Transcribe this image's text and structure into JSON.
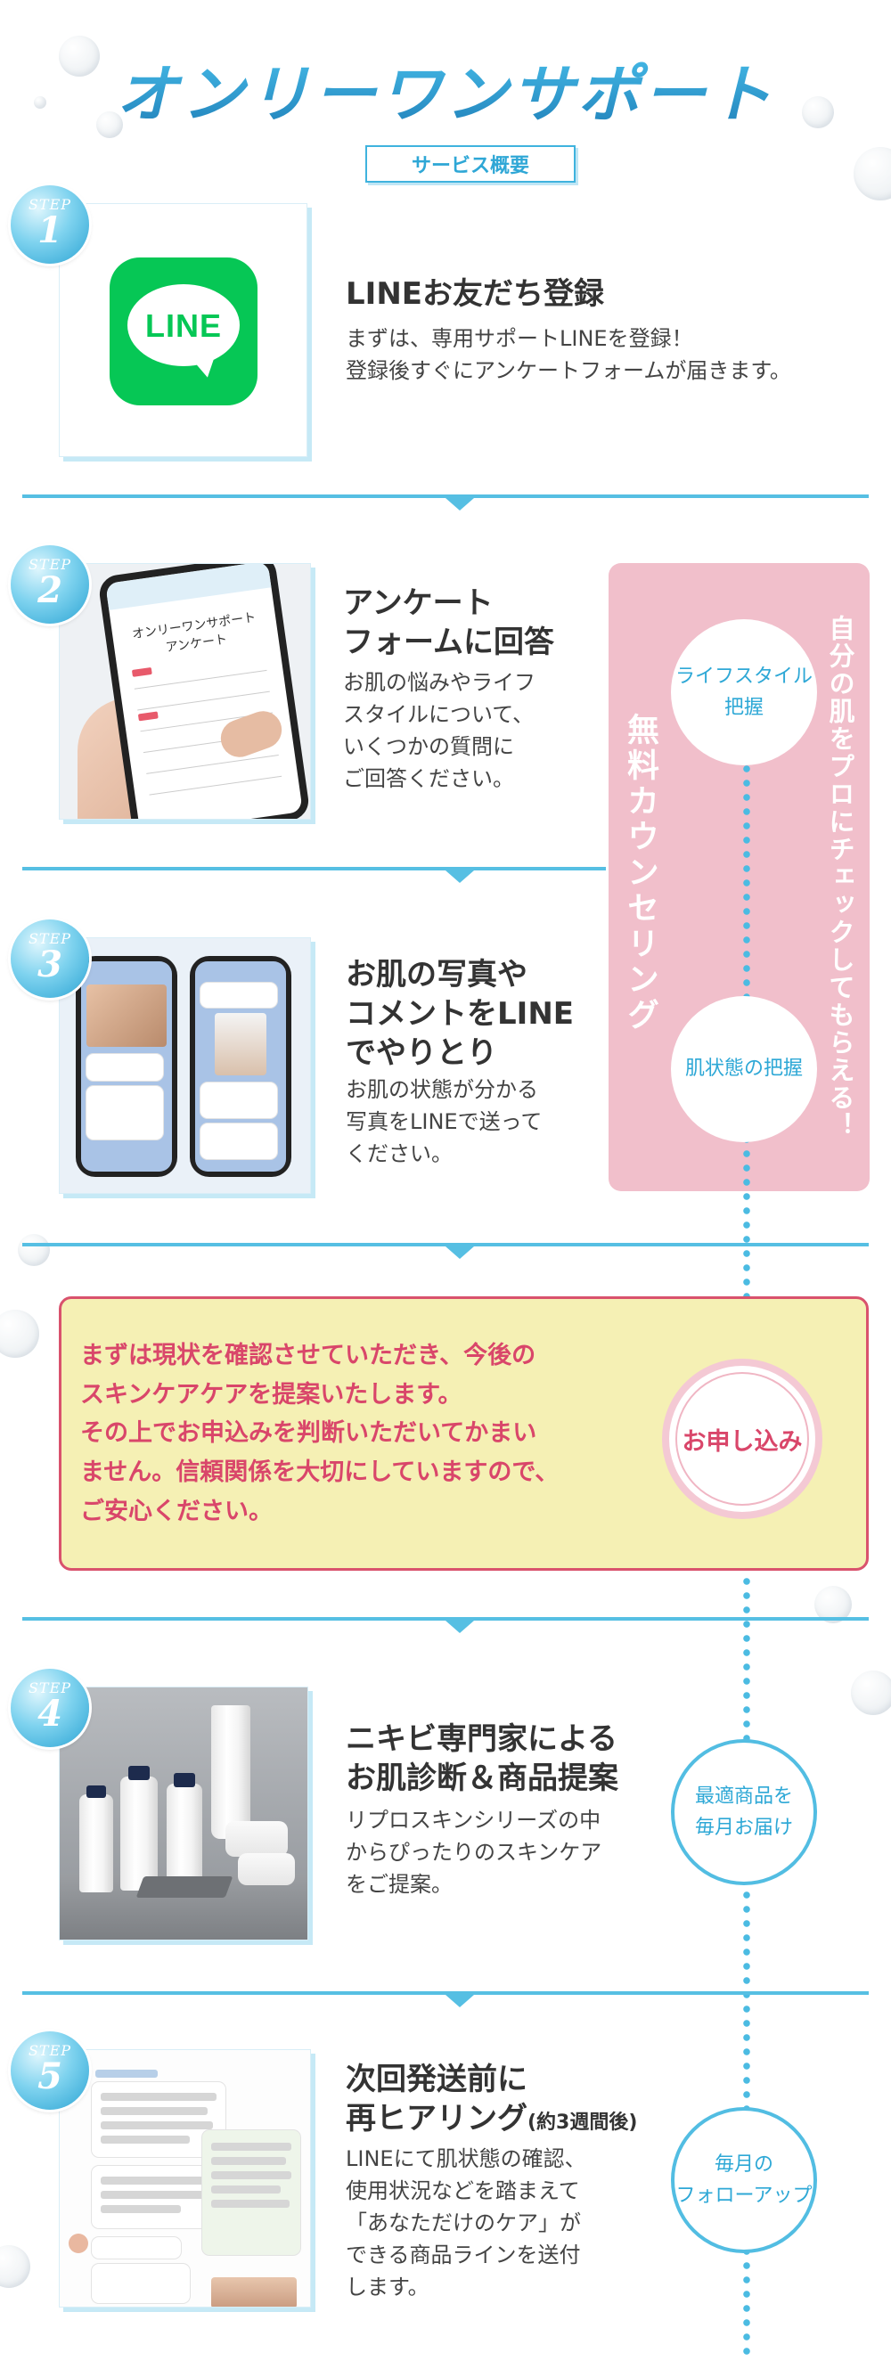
{
  "header": {
    "title": "オンリーワンサポート",
    "badge": "サービス概要"
  },
  "steps": [
    {
      "label": "STEP",
      "number": "1",
      "title_lines": [
        "LINEお友だち登録"
      ],
      "desc_lines": [
        "まずは、専用サポートLINEを登録！",
        "登録後すぐにアンケートフォームが届きます。"
      ],
      "logo_text": "LINE"
    },
    {
      "label": "STEP",
      "number": "2",
      "title_lines": [
        "アンケート",
        "フォームに回答"
      ],
      "desc_lines": [
        "お肌の悩みやライフ",
        "スタイルについて、",
        "いくつかの質問に",
        "ご回答ください。"
      ],
      "phone_heading": "オンリーワンサポート アンケート"
    },
    {
      "label": "STEP",
      "number": "3",
      "title_lines": [
        "お肌の写真や",
        "コメントをLINE",
        "でやりとり"
      ],
      "desc_lines": [
        "お肌の状態が分かる",
        "写真をLINEで送って",
        "ください。"
      ]
    },
    {
      "label": "STEP",
      "number": "4",
      "title_lines": [
        "ニキビ専門家による",
        "お肌診断＆商品提案"
      ],
      "desc_lines": [
        "リプロスキンシリーズの中",
        "からぴったりのスキンケア",
        "をご提案。"
      ]
    },
    {
      "label": "STEP",
      "number": "5",
      "title_line1": "次回発送前に",
      "title_line2": "再ヒアリング",
      "title_note": "(約3週間後)",
      "desc_lines": [
        "LINEにて肌状態の確認、",
        "使用状況などを踏まえて",
        "「あなただけのケア」が",
        "できる商品ラインを送付",
        "します。"
      ]
    }
  ],
  "counseling_panel": {
    "vertical_main": "無料カウンセリング",
    "vertical_side": "自分の肌をプロにチェックしてもらえる！",
    "circle_lifestyle": [
      "ライフスタイル",
      "把握"
    ],
    "circle_skin": "肌状態の把握"
  },
  "notice": {
    "lines": [
      "まずは現状を確認させていただき、今後の",
      "スキンケアケアを提案いたします。",
      "その上でお申込みを判断いただいてかまい",
      "ません。信頼関係を大切にしていますので、",
      "ご安心ください。"
    ],
    "apply_label": "お申し込み"
  },
  "timeline": {
    "delivery": [
      "最適商品を",
      "毎月お届け"
    ],
    "follow": [
      "毎月の",
      "フォローアップ"
    ]
  },
  "colors": {
    "accent": "#2ea8d6",
    "divider": "#56bfe3",
    "pink_panel": "#f1bfcb",
    "notice_bg": "#f5f0b4",
    "notice_text": "#d9466a",
    "line_green": "#06c755"
  }
}
